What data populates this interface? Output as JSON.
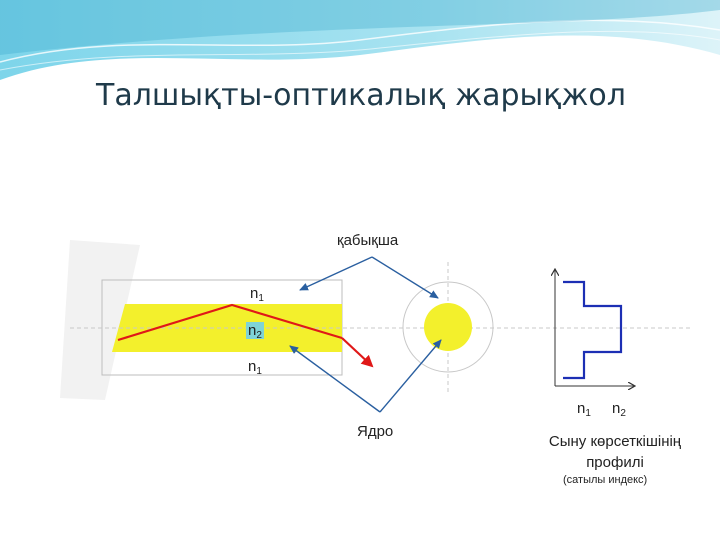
{
  "slide": {
    "title": "Талшықты-оптикалық жарықжол"
  },
  "diagram": {
    "cladding_label": "қабықша",
    "core_label": "Ядро",
    "fiber_labels": {
      "top": {
        "n": "n",
        "sub": "1"
      },
      "middle": {
        "n": "n",
        "sub": "2"
      },
      "bottom": {
        "n": "n",
        "sub": "1"
      }
    },
    "profile_axis": {
      "left": {
        "n": "n",
        "sub": "1"
      },
      "right": {
        "n": "n",
        "sub": "2"
      }
    },
    "profile_caption": "Сыну көрсеткішінің профилі",
    "profile_note": "(сатылы индекс)",
    "colors": {
      "core": "#f3f02c",
      "ray": "#e01818",
      "profile": "#1c2fb4",
      "pointer": "#2a5fa0",
      "header_wave": "#4bb8d8"
    }
  }
}
